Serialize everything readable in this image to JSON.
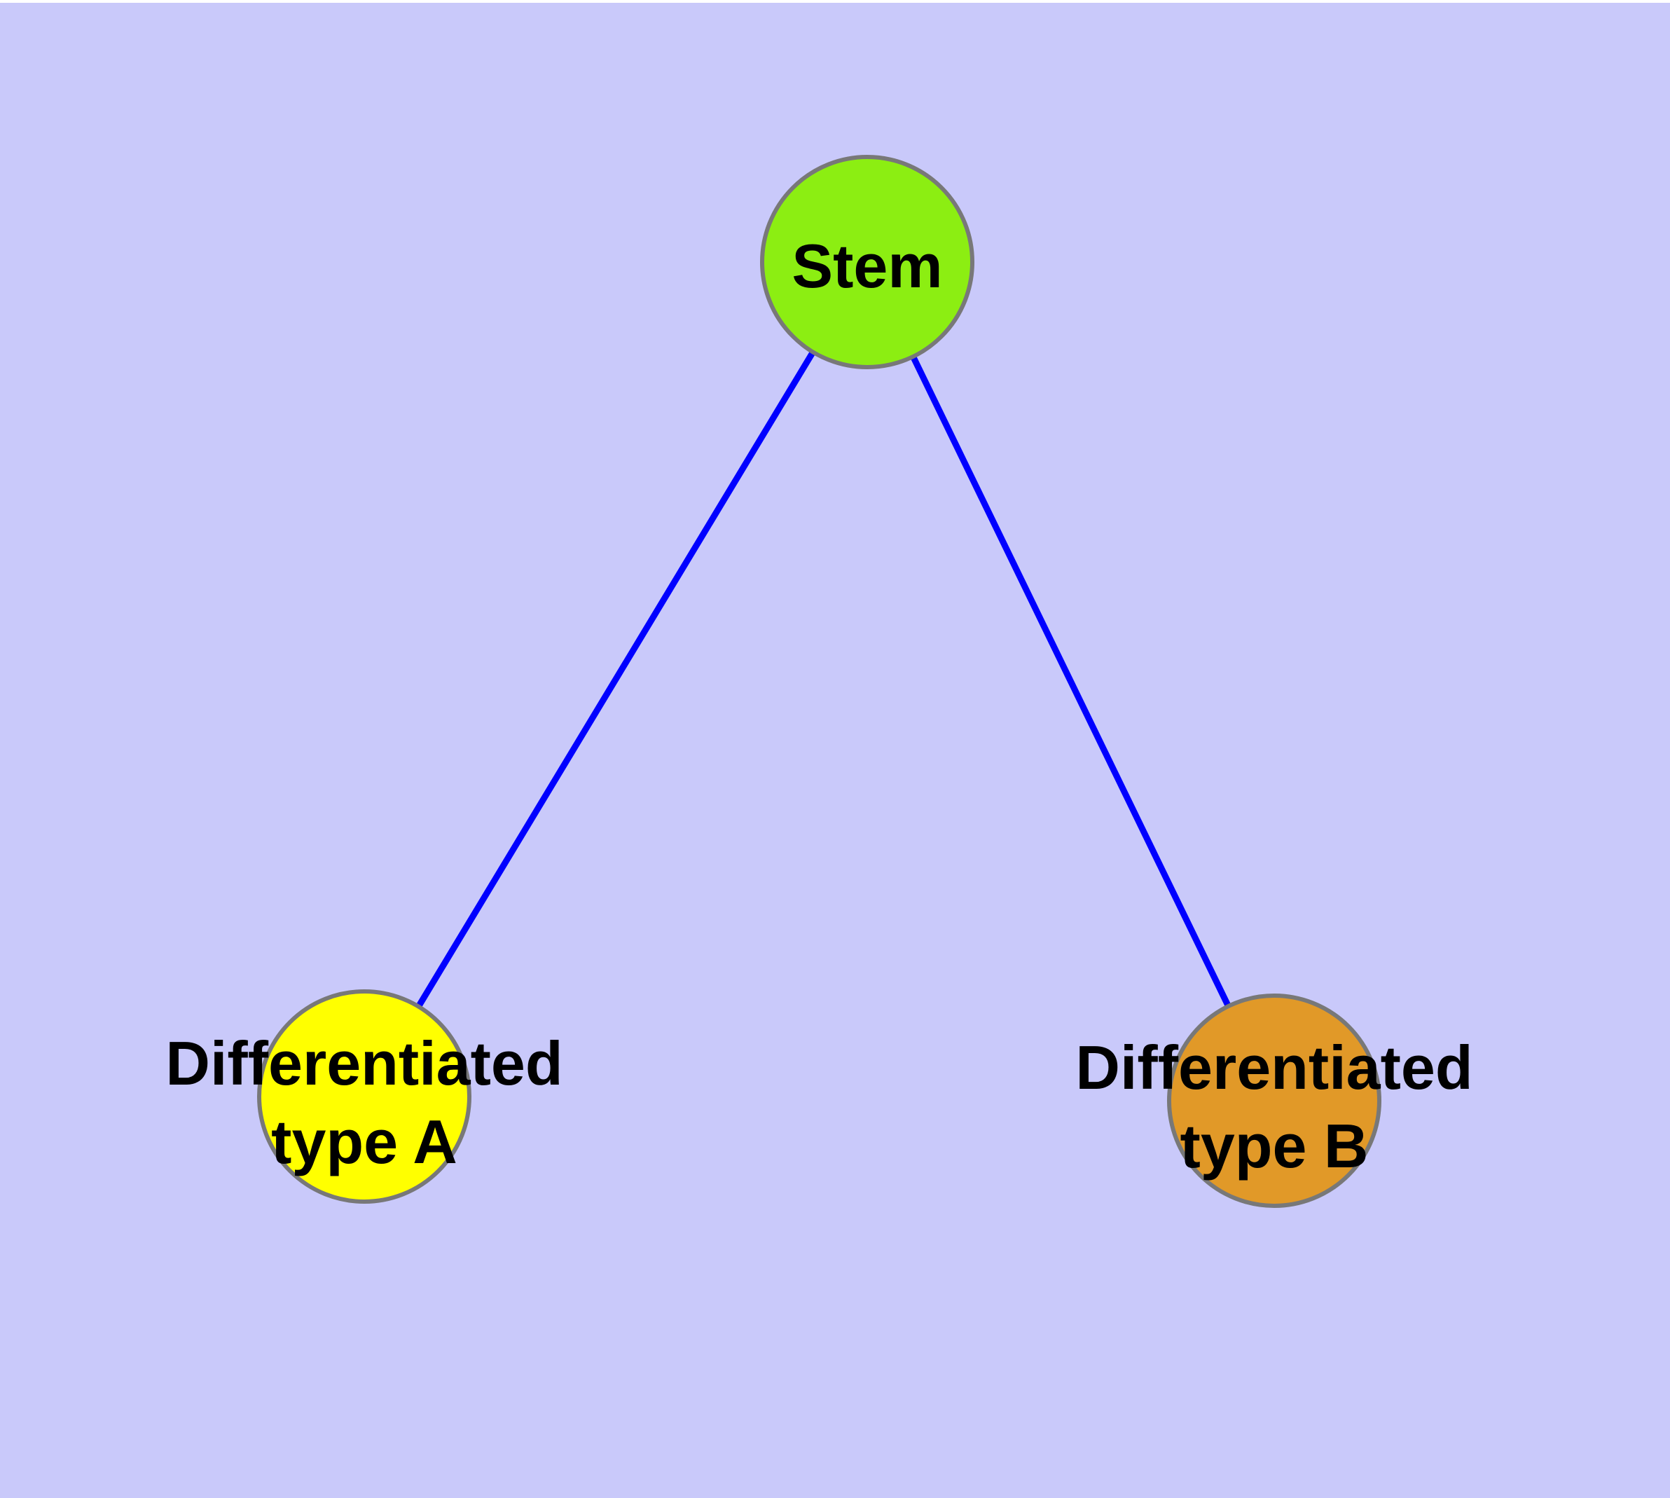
{
  "diagram": {
    "background_color": "#C9C9FA",
    "top_margin_color": "#FFFFFF",
    "edge_color": "#0000FF",
    "node_border_color": "#787878",
    "label_color": "#000000",
    "nodes": {
      "stem": {
        "label": "Stem",
        "fill": "#8CEE12"
      },
      "type_a": {
        "label_line1": "Differentiated",
        "label_line2": "type A",
        "fill": "#FFFF00"
      },
      "type_b": {
        "label_line1": "Differentiated",
        "label_line2": "type B",
        "fill": "#E19928"
      }
    },
    "edges": [
      {
        "from": "Stem",
        "to": "Differentiated type A"
      },
      {
        "from": "Stem",
        "to": "Differentiated type B"
      }
    ]
  }
}
